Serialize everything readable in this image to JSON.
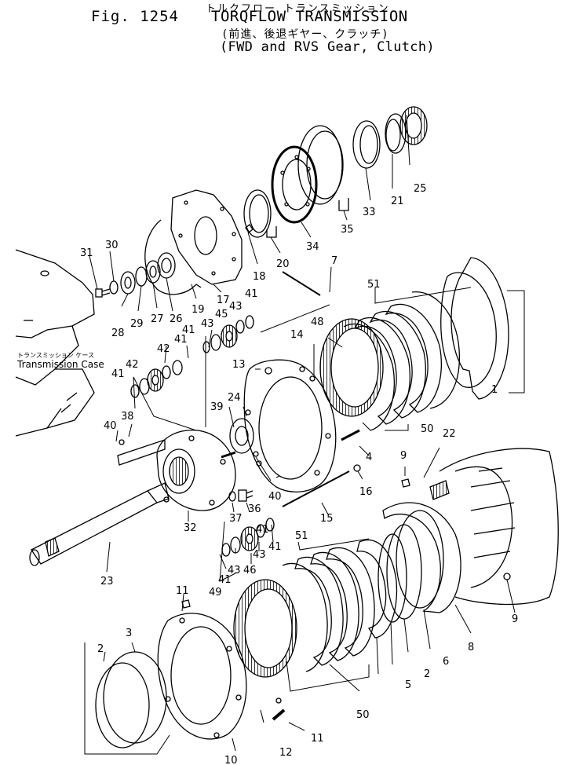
{
  "header": {
    "jp_title": "トルクフロー トランスミッション",
    "fig_label": "Fig. 1254",
    "title": "TORQFLOW TRANSMISSION",
    "jp_subtitle": "(前進、後退ギヤー、クラッチ)",
    "subtitle": "(FWD and RVS Gear, Clutch)"
  },
  "case_label": {
    "jp": "トランスミッション ケース",
    "en": "Transmission Case"
  },
  "callouts": {
    "c25": "25",
    "c21": "21",
    "c33": "33",
    "c35": "35",
    "c34": "34",
    "c20": "20",
    "c18": "18",
    "c17": "17",
    "c19": "19",
    "c30": "30",
    "c31": "31",
    "c28": "28",
    "c29": "29",
    "c27": "27",
    "c26": "26",
    "c7": "7",
    "c51a": "51",
    "c1": "1",
    "c48": "48",
    "c14": "14",
    "c41a": "41",
    "c43a": "43",
    "c45": "45",
    "c41b": "41",
    "c43b": "43",
    "c41c": "41",
    "c42a": "42",
    "c41d": "41",
    "c42b": "42",
    "c13": "13",
    "c50a": "50",
    "c24": "24",
    "c39": "39",
    "c38": "38",
    "c40a": "40",
    "c4": "4",
    "c22": "22",
    "c9a": "9",
    "c16": "16",
    "c40b": "40",
    "c37": "37",
    "c36": "36",
    "c15": "15",
    "c32": "32",
    "c51b": "51",
    "c41e": "41",
    "c43c": "43",
    "c41f": "41",
    "c41g": "41",
    "c46": "46",
    "c43d": "43",
    "c23": "23",
    "c49": "49",
    "c11a": "11",
    "c3": "3",
    "c2a": "2",
    "c5": "5",
    "c2b": "2",
    "c6": "6",
    "c8": "8",
    "c9b": "9",
    "c50b": "50",
    "c11b": "11",
    "c12": "12",
    "c10": "10"
  },
  "colors": {
    "ink": "#000000",
    "paper": "#ffffff"
  }
}
